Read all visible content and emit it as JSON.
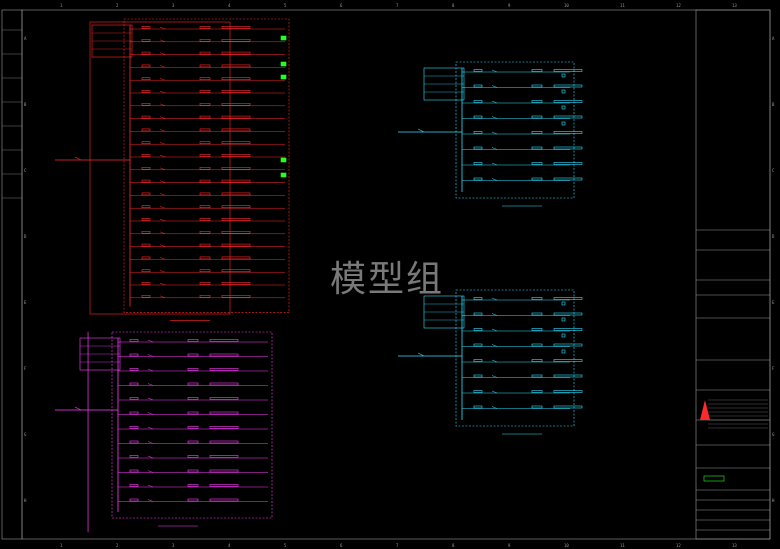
{
  "watermark": "模型组",
  "ruler": {
    "columns": [
      "1",
      "2",
      "3",
      "4",
      "5",
      "6",
      "7",
      "8",
      "9",
      "10",
      "11",
      "12",
      "13"
    ],
    "rows": [
      "A",
      "B",
      "C",
      "D",
      "E",
      "F",
      "G",
      "H"
    ]
  },
  "panels": [
    {
      "id": "red",
      "color": "#ff2a2a",
      "title": "",
      "rows": 22
    },
    {
      "id": "magenta",
      "color": "#ff3cff",
      "title": "",
      "rows": 12
    },
    {
      "id": "cyan-top",
      "color": "#2fe0ff",
      "title": "",
      "rows": 8
    },
    {
      "id": "cyan-bottom",
      "color": "#2fe0ff",
      "title": "",
      "rows": 8
    }
  ],
  "title_block": {
    "logo_color": "#ff2a2a",
    "green_stamp_color": "#22ff22"
  }
}
